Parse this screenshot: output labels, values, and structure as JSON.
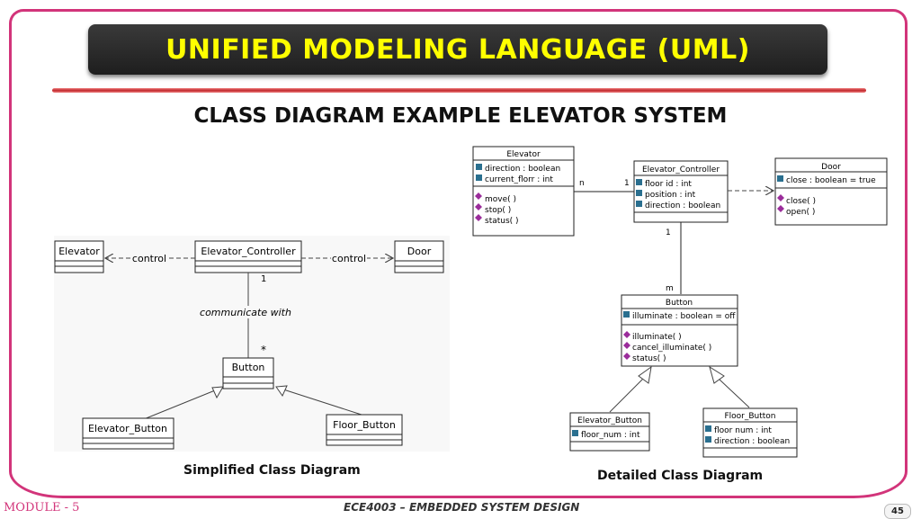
{
  "header": {
    "title": "UNIFIED MODELING LANGUAGE (UML)"
  },
  "subtitle": "CLASS DIAGRAM EXAMPLE  ELEVATOR SYSTEM",
  "simplified": {
    "caption": "Simplified Class Diagram",
    "classes": {
      "elevator": "Elevator",
      "controller": "Elevator_Controller",
      "door": "Door",
      "button": "Button",
      "elevator_button": "Elevator_Button",
      "floor_button": "Floor_Button"
    },
    "labels": {
      "control_left": "control",
      "control_right": "control",
      "communicate": "communicate with",
      "mult_one": "1",
      "mult_many": "*"
    }
  },
  "detailed": {
    "caption": "Detailed Class Diagram",
    "elevator": {
      "name": "Elevator",
      "attrs": [
        "direction : boolean",
        "current_florr : int"
      ],
      "ops": [
        "move( )",
        "stop( )",
        "status( )"
      ]
    },
    "controller": {
      "name": "Elevator_Controller",
      "attrs": [
        "floor id : int",
        "position : int",
        "direction : boolean"
      ]
    },
    "door": {
      "name": "Door",
      "attrs": [
        "close : boolean = true"
      ],
      "ops": [
        "close( )",
        "open( )"
      ]
    },
    "button": {
      "name": "Button",
      "attrs": [
        "illuminate : boolean = off"
      ],
      "ops": [
        "illuminate( )",
        "cancel_illuminate( )",
        "status( )"
      ]
    },
    "elevator_button": {
      "name": "Elevator_Button",
      "attrs": [
        "floor_num : int"
      ]
    },
    "floor_button": {
      "name": "Floor_Button",
      "attrs": [
        "floor  num : int",
        "direction : boolean"
      ]
    },
    "mult": {
      "n": "n",
      "one_a": "1",
      "one_b": "1",
      "m": "m"
    }
  },
  "footer": {
    "module": "MODULE - 5",
    "course": "ECE4003 – EMBEDDED SYSTEM DESIGN",
    "page": "45"
  },
  "colors": {
    "frame": "#d2347a",
    "title_text": "#ffff00",
    "accent_red": "#c0282d",
    "icon_attr": "#2a6f8f",
    "icon_op": "#9b2d9b"
  }
}
